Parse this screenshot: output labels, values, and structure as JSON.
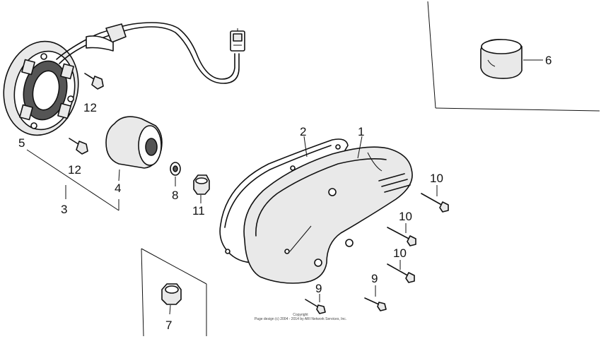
{
  "callouts": [
    {
      "id": "c1",
      "label": "1"
    },
    {
      "id": "c2",
      "label": "2"
    },
    {
      "id": "c3",
      "label": "3"
    },
    {
      "id": "c4",
      "label": "4"
    },
    {
      "id": "c5",
      "label": "5"
    },
    {
      "id": "c6",
      "label": "6"
    },
    {
      "id": "c7",
      "label": "7"
    },
    {
      "id": "c8",
      "label": "8"
    },
    {
      "id": "c9a",
      "label": "9"
    },
    {
      "id": "c9b",
      "label": "9"
    },
    {
      "id": "c10a",
      "label": "10"
    },
    {
      "id": "c10b",
      "label": "10"
    },
    {
      "id": "c10c",
      "label": "10"
    },
    {
      "id": "c11",
      "label": "11"
    },
    {
      "id": "c12a",
      "label": "12"
    },
    {
      "id": "c12b",
      "label": "12"
    }
  ],
  "copyright": {
    "line1": "Copyright",
    "line2": "Page design (c) 2004 - 2014 by ARI Network Services, Inc."
  }
}
